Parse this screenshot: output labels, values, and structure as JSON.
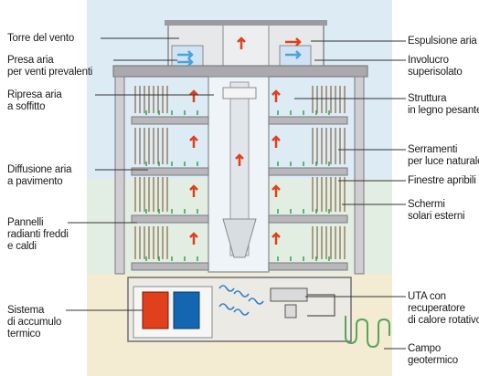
{
  "labels_left": [
    {
      "id": "torre",
      "lines": [
        "Torre del vento"
      ]
    },
    {
      "id": "presa",
      "lines": [
        "Presa aria",
        "per venti prevalenti"
      ]
    },
    {
      "id": "ripresa",
      "lines": [
        "Ripresa aria",
        "a soffitto"
      ]
    },
    {
      "id": "diffusione",
      "lines": [
        "Diffusione aria",
        "a pavimento"
      ]
    },
    {
      "id": "pannelli",
      "lines": [
        "Pannelli",
        "radianti freddi",
        "e caldi"
      ]
    },
    {
      "id": "sistema",
      "lines": [
        "Sistema",
        "di accumulo",
        "termico"
      ]
    }
  ],
  "labels_right": [
    {
      "id": "espulsione",
      "lines": [
        "Espulsione aria"
      ]
    },
    {
      "id": "involucro",
      "lines": [
        "Involucro",
        "superisolato"
      ]
    },
    {
      "id": "struttura",
      "lines": [
        "Struttura",
        "in legno pesante"
      ]
    },
    {
      "id": "serramenti",
      "lines": [
        "Serramenti",
        "per luce naturale"
      ]
    },
    {
      "id": "finestre",
      "lines": [
        "Finestre apribili"
      ]
    },
    {
      "id": "schermi",
      "lines": [
        "Schermi",
        "solari esterni"
      ]
    },
    {
      "id": "uta",
      "lines": [
        "UTA con",
        "recuperatore",
        "di calore rotativo"
      ]
    },
    {
      "id": "campo",
      "lines": [
        "Campo",
        "geotermico"
      ]
    }
  ],
  "colors": {
    "sky": "#dcebf4",
    "ground_green": "#e3eee3",
    "ground_sand": "#f3ecd3",
    "structure": "#b8b8bc",
    "structure_dark": "#7a7a80",
    "warm_tank": "#e0401c",
    "cold_tank": "#1466b0",
    "warm_arrow": "#e0401c",
    "cool_arrow": "#2f80c8",
    "fresh_air": "#4aa3de",
    "floor_supply": "#2aa84a"
  }
}
